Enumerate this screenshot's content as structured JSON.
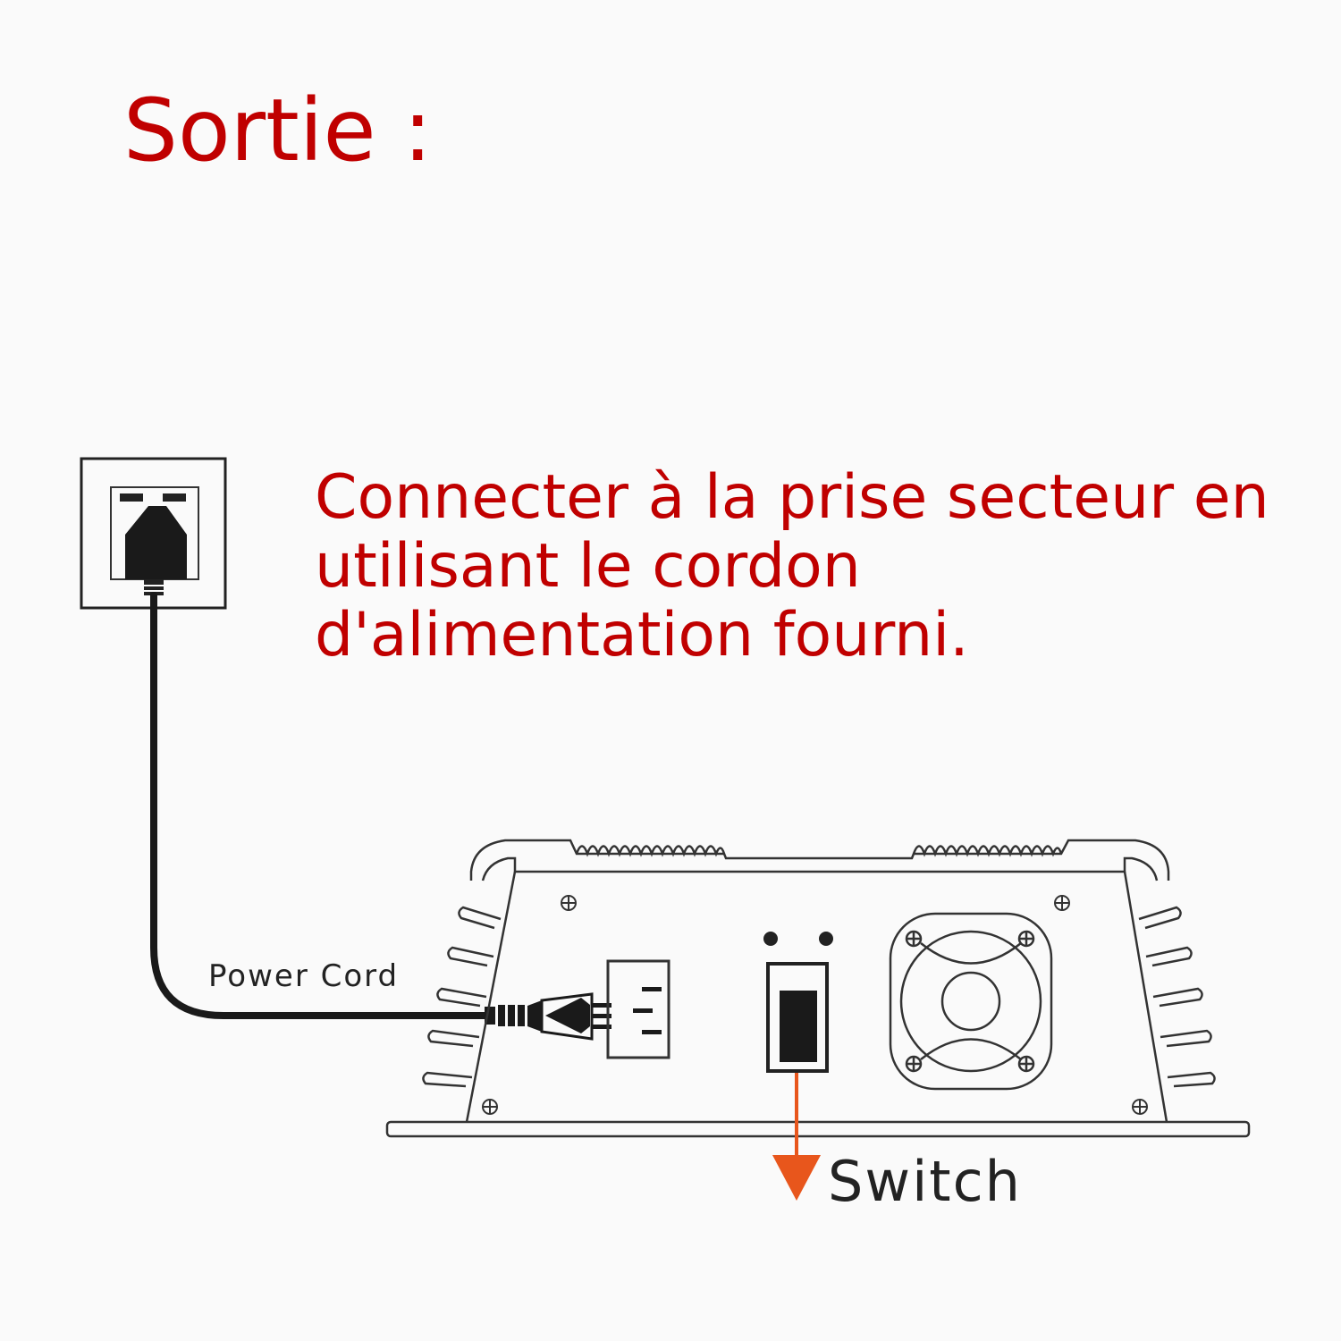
{
  "title": "Sortie :",
  "instruction": {
    "lines": [
      "Connecter à la prise secteur en",
      "utilisant le cordon",
      "d'alimentation fourni."
    ]
  },
  "labels": {
    "power_cord": "Power Cord",
    "switch": "Switch"
  },
  "colors": {
    "accent_red": "#c00000",
    "arrow_orange": "#e8561c",
    "line_dark": "#222222"
  },
  "icons": {
    "wall_socket": "wall-socket-icon",
    "inverter": "inverter-device-icon",
    "fan": "fan-icon",
    "arrow": "arrow-down-icon"
  }
}
